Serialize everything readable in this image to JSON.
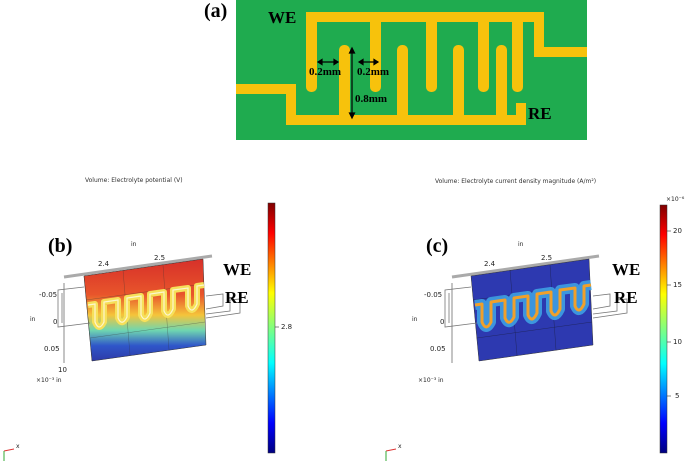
{
  "panel_a": {
    "label": "(a)",
    "we": "WE",
    "re": "RE",
    "dim_gap_left": "0.2mm",
    "dim_gap_right": "0.2mm",
    "dim_height": "0.8mm",
    "colors": {
      "board": "#1fab4f",
      "trace": "#f7c20c"
    }
  },
  "panel_b": {
    "label": "(b)",
    "title": "Volume: Electrolyte potential (V)",
    "we": "WE",
    "re": "RE",
    "axis_unit_top": "in",
    "axis_unit_left": "in",
    "top_ticks": [
      "2.4",
      "2.5"
    ],
    "left_ticks": [
      "-0.05",
      "0",
      "0.05"
    ],
    "bottom_label_a": "10",
    "bottom_label_b": "×10⁻³ in",
    "colorbar_ticks": [
      "2.8"
    ],
    "corner_x": "x"
  },
  "panel_c": {
    "label": "(c)",
    "title": "Volume: Electrolyte current density magnitude (A/m²)",
    "we": "WE",
    "re": "RE",
    "axis_unit_top": "in",
    "axis_unit_left": "in",
    "top_ticks": [
      "2.4",
      "2.5"
    ],
    "left_ticks": [
      "-0.05",
      "0",
      "0.05"
    ],
    "bottom_label_a": "×10⁻³ in",
    "colorbar_exponent": "×10⁻⁶",
    "colorbar_ticks": [
      "20",
      "15",
      "10",
      "5"
    ],
    "corner_x": "x"
  }
}
